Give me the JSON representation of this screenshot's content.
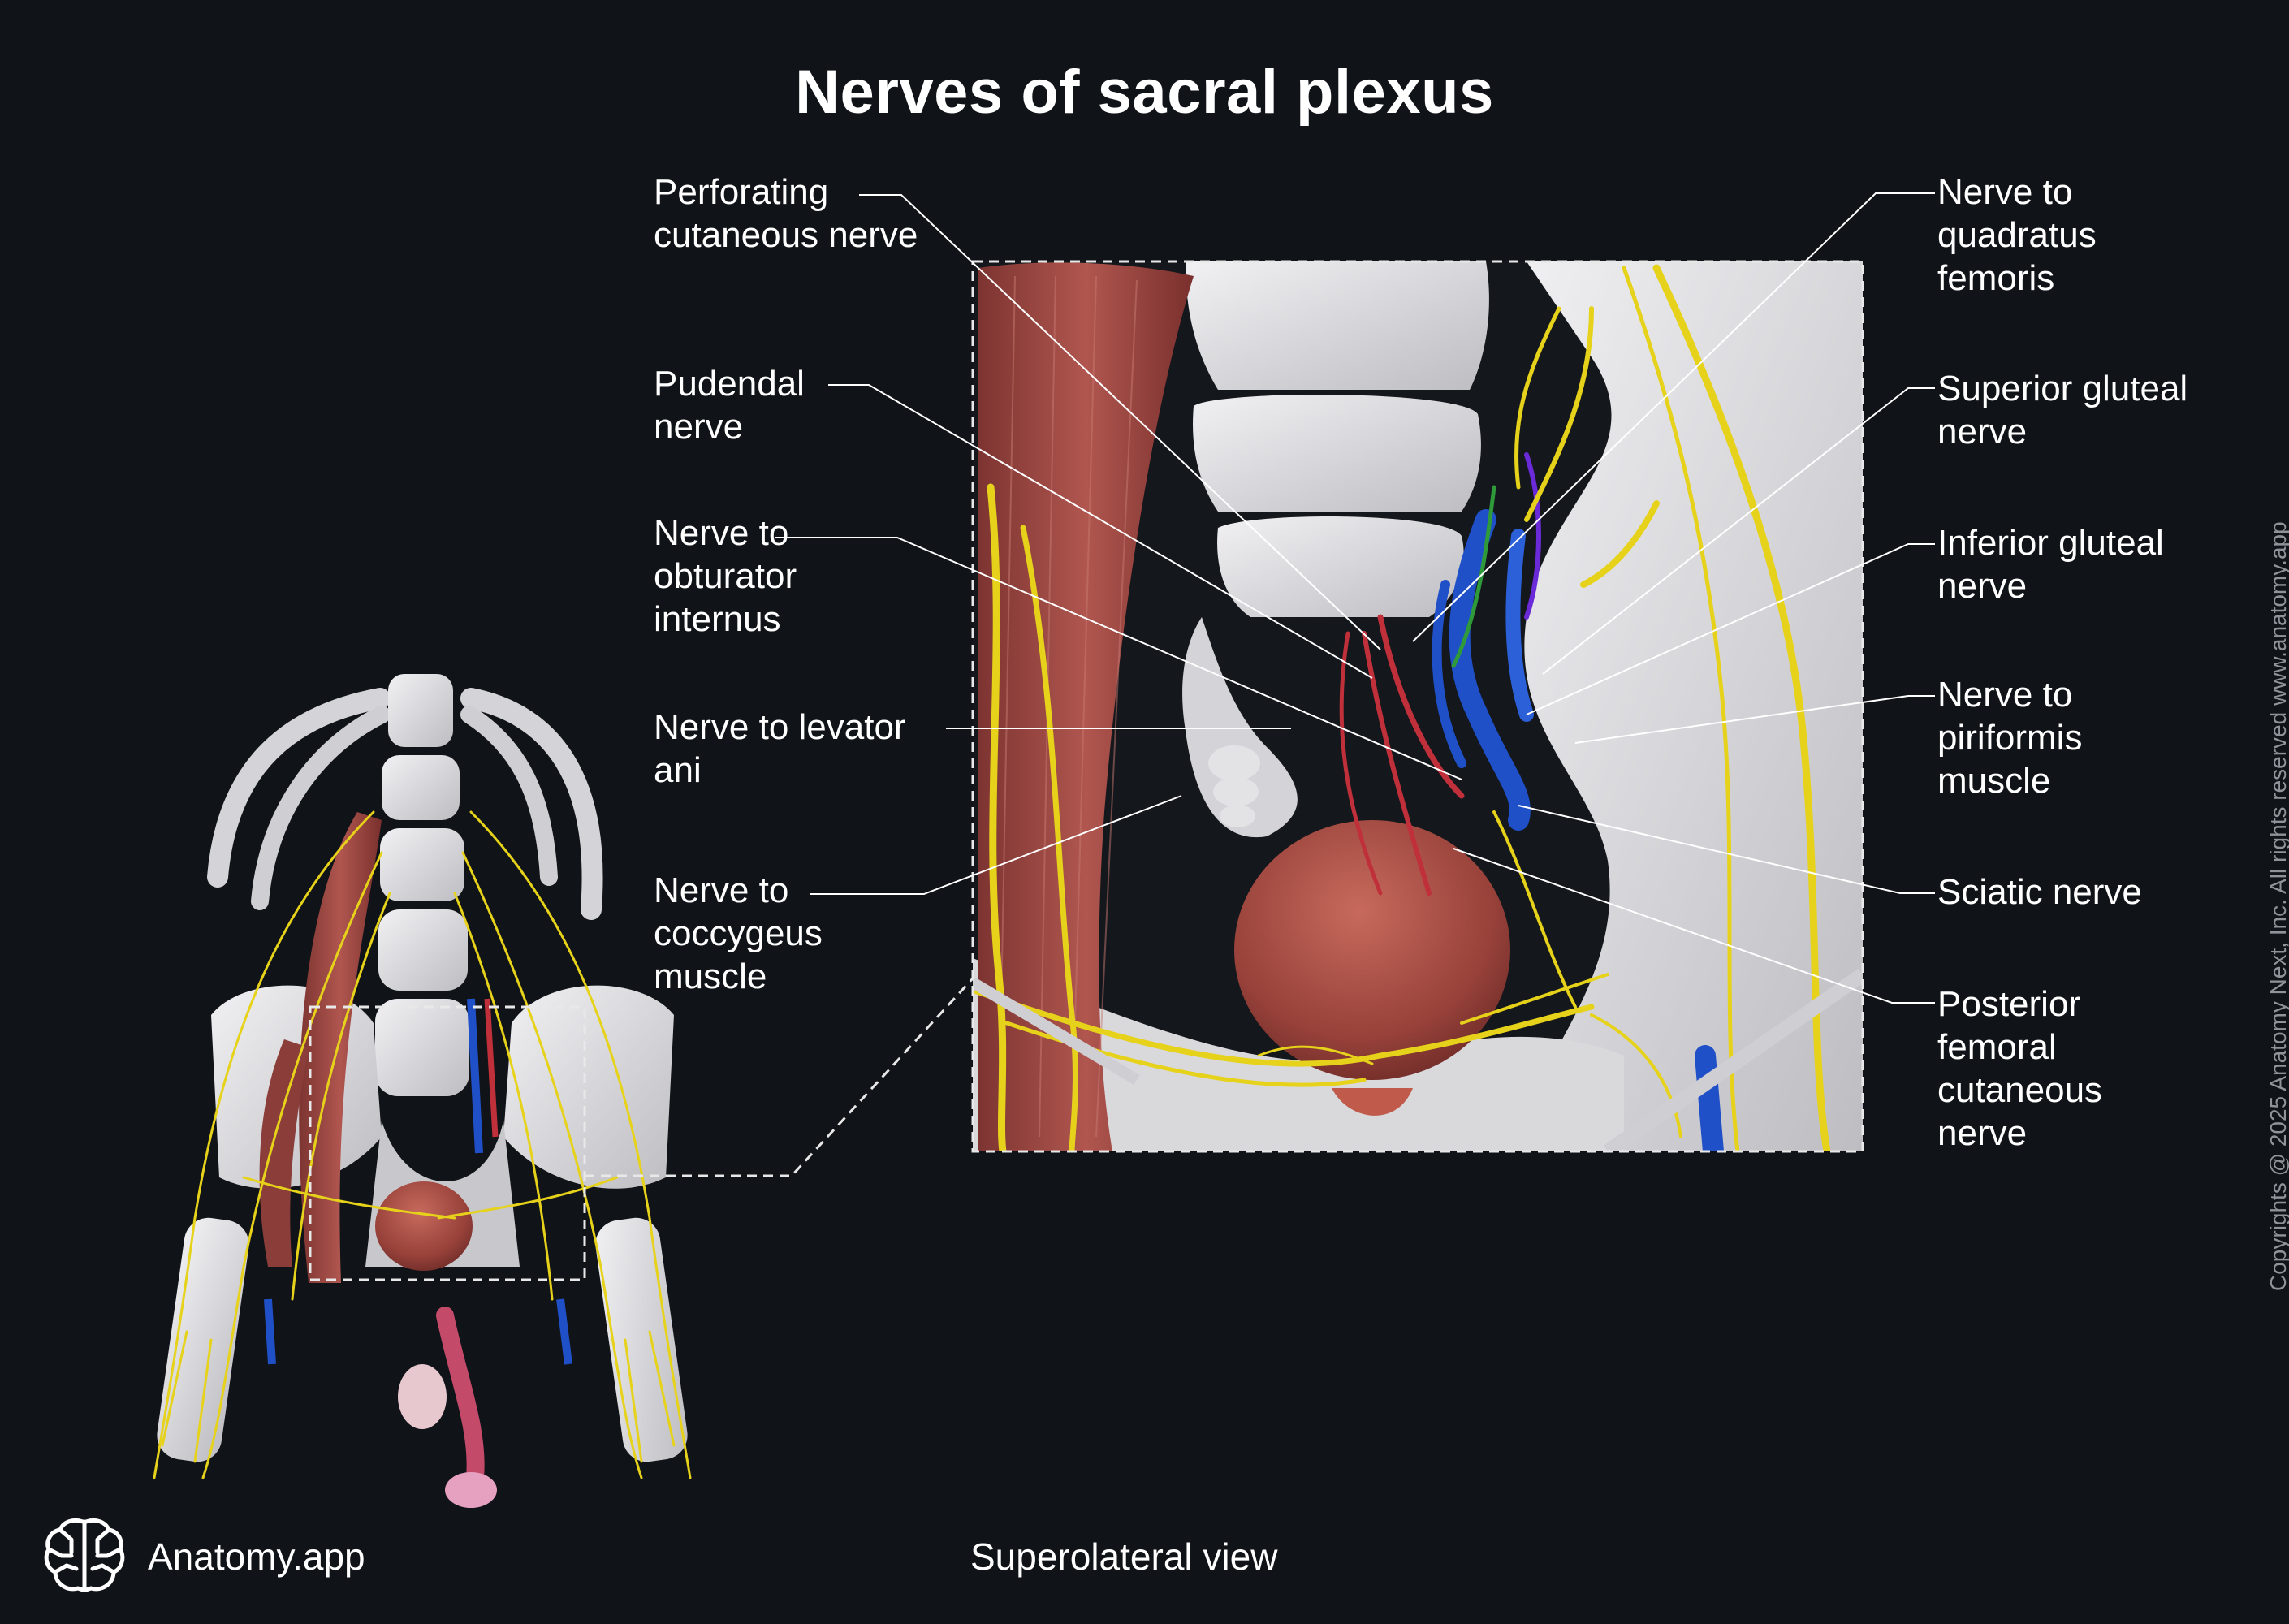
{
  "title": "Nerves of sacral plexus",
  "labels_left": [
    "Perforating cutaneous nerve",
    "Pudendal nerve",
    "Nerve to obturator internus",
    "Nerve to levator ani",
    "Nerve to coccygeus muscle"
  ],
  "labels_right": [
    "Nerve to quadratus femoris",
    "Superior gluteal nerve",
    "Inferior gluteal nerve",
    "Nerve to piriformis muscle",
    "Sciatic nerve",
    "Posterior femoral cutaneous nerve"
  ],
  "caption": "Superolateral view",
  "brand": {
    "name": "Anatomy.app",
    "logo_icon": "brain-icon"
  },
  "copyright": "Copyrights @ 2025 Anatomy Next, Inc. All rights reserved www.anatomy.app",
  "colors": {
    "background": "#101317",
    "nerve": "#e6d21a",
    "bone": "#dcdcde",
    "muscle": "#a04a45",
    "vein": "#2050c8",
    "artery": "#c0303a",
    "leader_line": "#ffffff"
  }
}
